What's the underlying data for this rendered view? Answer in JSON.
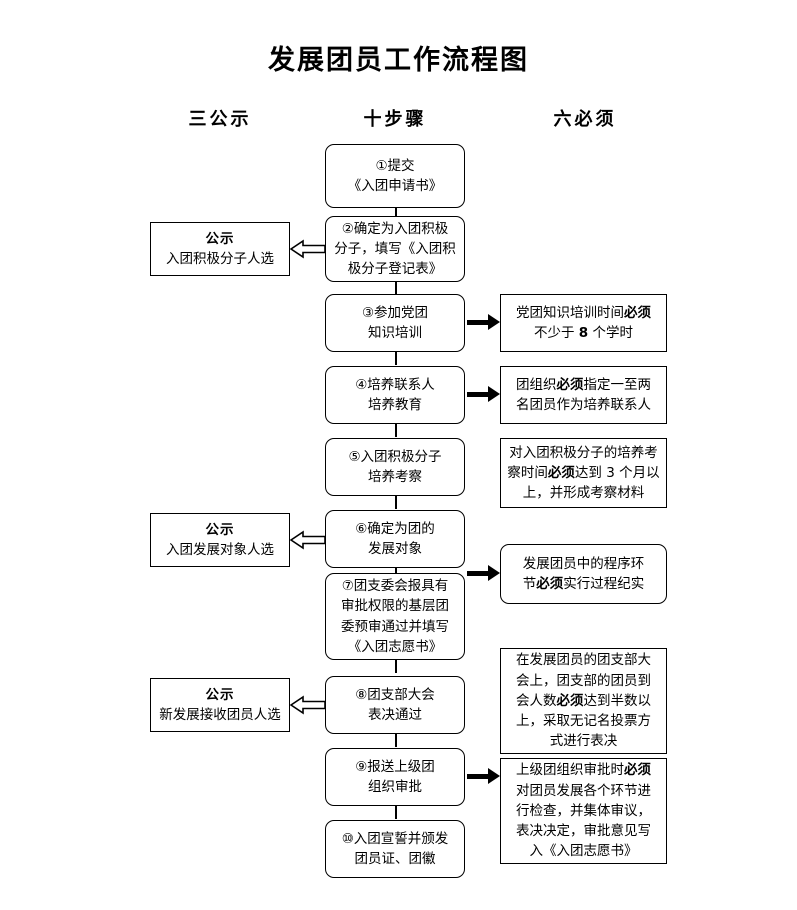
{
  "title": "发展团员工作流程图",
  "column_headers": {
    "left": "三公示",
    "middle": "十步骤",
    "right": "六必须"
  },
  "steps": [
    {
      "id": "step-1",
      "lines": [
        "①提交",
        "《入团申请书》"
      ]
    },
    {
      "id": "step-2",
      "lines": [
        "②确定为入团积极",
        "分子，填写《入团积",
        "极分子登记表》"
      ]
    },
    {
      "id": "step-3",
      "lines": [
        "③参加党团",
        "知识培训"
      ]
    },
    {
      "id": "step-4",
      "lines": [
        "④培养联系人",
        "培养教育"
      ]
    },
    {
      "id": "step-5",
      "lines": [
        "⑤入团积极分子",
        "培养考察"
      ]
    },
    {
      "id": "step-6",
      "lines": [
        "⑥确定为团的",
        "发展对象"
      ]
    },
    {
      "id": "step-7",
      "lines": [
        "⑦团支委会报具有",
        "审批权限的基层团",
        "委预审通过并填写",
        "《入团志愿书》"
      ]
    },
    {
      "id": "step-8",
      "lines": [
        "⑧团支部大会",
        "表决通过"
      ]
    },
    {
      "id": "step-9",
      "lines": [
        "⑨报送上级团",
        "组织审批"
      ]
    },
    {
      "id": "step-10",
      "lines": [
        "⑩入团宣誓并颁发",
        "团员证、团徽"
      ]
    }
  ],
  "publicity": [
    {
      "id": "publicity-1",
      "title": "公示",
      "text": "入团积极分子人选"
    },
    {
      "id": "publicity-2",
      "title": "公示",
      "text": "入团发展对象人选"
    },
    {
      "id": "publicity-3",
      "title": "公示",
      "text": "新发展接收团员人选"
    }
  ],
  "requirements": [
    {
      "id": "requirement-1",
      "segments": [
        {
          "t": "党团知识培训时间",
          "b": false
        },
        {
          "t": "必须",
          "b": true
        },
        {
          "t": "\n",
          "b": false
        },
        {
          "t": "不少于 8 个学时",
          "b": false
        }
      ],
      "lines": [
        "党团知识培训时间必须",
        "不少于 8 个学时"
      ]
    },
    {
      "id": "requirement-2",
      "lines": [
        "团组织必须指定一至两",
        "名团员作为培养联系人"
      ]
    },
    {
      "id": "requirement-3",
      "lines": [
        "对入团积极分子的培养考",
        "察时间必须达到 3 个月以",
        "上，并形成考察材料"
      ]
    },
    {
      "id": "requirement-4",
      "lines": [
        "发展团员中的程序环",
        "节必须实行过程纪实"
      ]
    },
    {
      "id": "requirement-5",
      "lines": [
        "在发展团员的团支部大",
        "会上，团支部的团员到",
        "会人数必须达到半数以",
        "上，采取无记名投票方",
        "式进行表决"
      ]
    },
    {
      "id": "requirement-6",
      "lines": [
        "上级团组织审批时必须",
        "对团员发展各个环节进",
        "行检查，并集体审议，",
        "表决决定，审批意见写",
        "入《入团志愿书》"
      ]
    }
  ],
  "colors": {
    "line": "#000000",
    "background": "#ffffff"
  }
}
